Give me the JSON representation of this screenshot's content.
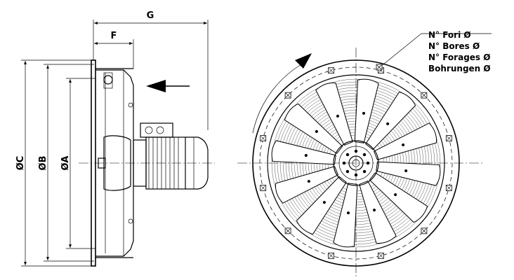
{
  "dimensions": {
    "g": "G",
    "f": "F",
    "oc": "ØC",
    "ob": "ØB",
    "oa": "ØA"
  },
  "hole_note": {
    "line1": "N° Fori Ø",
    "line2": "N° Bores Ø",
    "line3": "N° Forages Ø",
    "line4": "Bohrungen Ø"
  },
  "blade_count": 12,
  "flange_hole_count": 12
}
